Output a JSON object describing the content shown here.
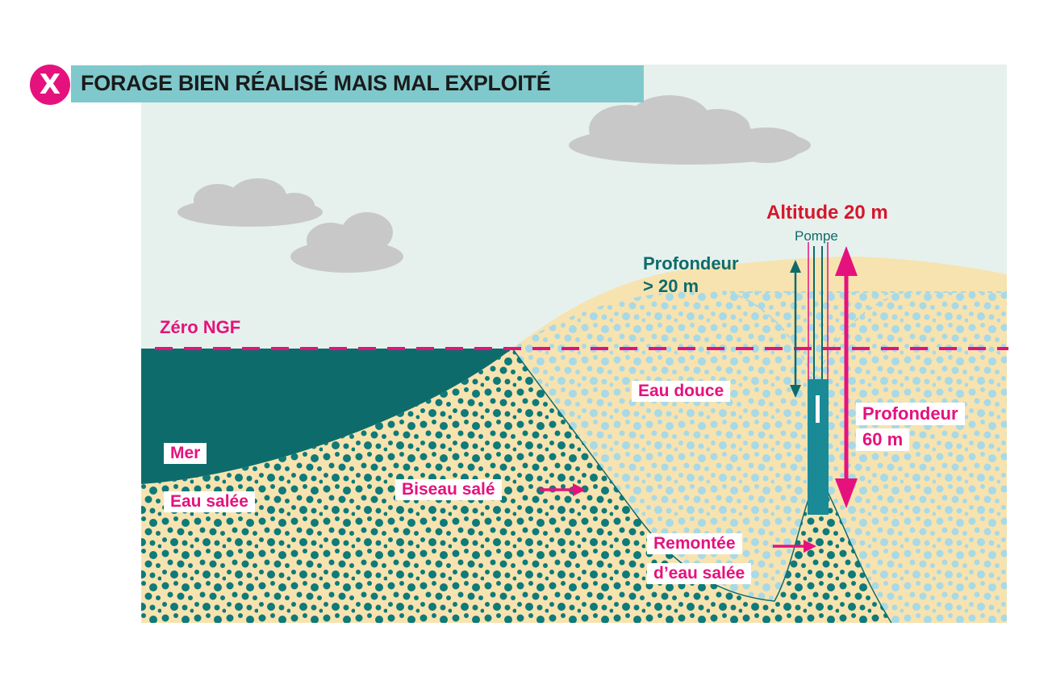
{
  "colors": {
    "sky": "#e6f1ed",
    "title_band": "#7fc9cc",
    "badge": "#e5127d",
    "sea": "#0e6b6b",
    "sand": "#f7e3b0",
    "salt_dots": "#0e7a79",
    "fresh_dots": "#a8d9e6",
    "cloud": "#c8c8c8",
    "magenta": "#e5127d",
    "teal_text": "#0e6b6b",
    "red_title": "#d6162c"
  },
  "title": {
    "badge_icon": "X",
    "text": "FORAGE BIEN RÉALISÉ MAIS MAL EXPLOITÉ"
  },
  "labels": {
    "altitude": "Altitude 20 m",
    "pump": "Pompe",
    "depth_short_line1": "Profondeur",
    "depth_short_line2": "> 20 m",
    "zero_ngf": "Zéro NGF",
    "fresh_water": "Eau douce",
    "depth_long_line1": "Profondeur",
    "depth_long_line2": "60 m",
    "sea": "Mer",
    "salt_water": "Eau salée",
    "saline_wedge": "Biseau salé",
    "upconing_line1": "Remontée",
    "upconing_line2": "d’eau salée"
  },
  "icons": [
    "close-icon",
    "cloud-icon",
    "arrow-right-icon",
    "double-arrow-icon",
    "pump-well-icon"
  ]
}
